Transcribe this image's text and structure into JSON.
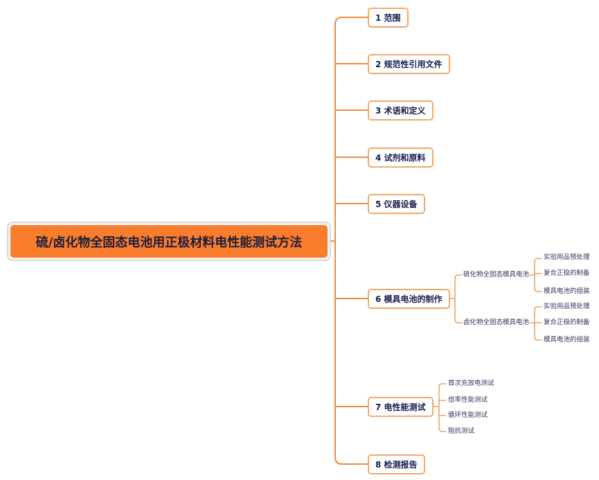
{
  "root": {
    "label": "硫/卤化物全固态电池用正极材料电性能测试方法"
  },
  "branches": [
    {
      "label": "1 范围"
    },
    {
      "label": "2 规范性引用文件"
    },
    {
      "label": "3 术语和定义"
    },
    {
      "label": "4 试剂和原料"
    },
    {
      "label": "5 仪器设备"
    },
    {
      "label": "6 模具电池的制作",
      "children": [
        {
          "label": "硫化物全固态模具电池",
          "children": [
            {
              "label": "实验用品预处理"
            },
            {
              "label": "复合正极的制备"
            },
            {
              "label": "模具电池的组装"
            }
          ]
        },
        {
          "label": "卤化物全固态模具电池",
          "children": [
            {
              "label": "实验用品预处理"
            },
            {
              "label": "复合正极的制备"
            },
            {
              "label": "模具电池的组装"
            }
          ]
        }
      ]
    },
    {
      "label": "7 电性能测试",
      "children": [
        {
          "label": "首次充放电测试"
        },
        {
          "label": "倍率性能测试"
        },
        {
          "label": "循环性能测试"
        },
        {
          "label": "阻抗测试"
        }
      ]
    },
    {
      "label": "8 检测报告"
    }
  ],
  "colors": {
    "connector": "#f28a3c",
    "root_fill": "#fa7d2d",
    "node_border": "#f2a86d"
  }
}
